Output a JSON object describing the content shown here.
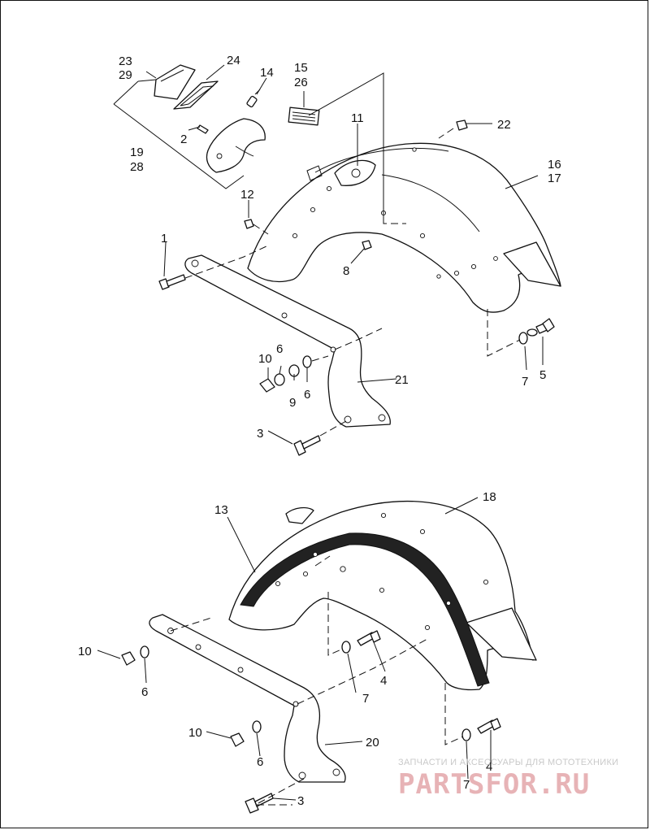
{
  "callouts": {
    "c1": "1",
    "c2": "2",
    "c3_top": "3",
    "c3_bottom": "3",
    "c4_a": "4",
    "c4_b": "4",
    "c5": "5",
    "c6_a": "6",
    "c6_b": "6",
    "c6_c": "6",
    "c6_d": "6",
    "c7_top": "7",
    "c7_mid": "7",
    "c7_bottom": "7",
    "c8": "8",
    "c9": "9",
    "c10_top": "10",
    "c10_a": "10",
    "c10_b": "10",
    "c11": "11",
    "c12": "12",
    "c13": "13",
    "c14": "14",
    "c15": "15",
    "c16": "16",
    "c17": "17",
    "c18": "18",
    "c19": "19",
    "c20": "20",
    "c21": "21",
    "c22": "22",
    "c23": "23",
    "c24": "24",
    "c26": "26",
    "c28": "28",
    "c29": "29"
  },
  "watermark": {
    "tagline": "ЗАПЧАСТИ И АКСЕССУАРЫ ДЛЯ МОТОТЕХНИКИ",
    "brand": "PARTSFOR.RU",
    "brand_color": "#c21d2a"
  }
}
